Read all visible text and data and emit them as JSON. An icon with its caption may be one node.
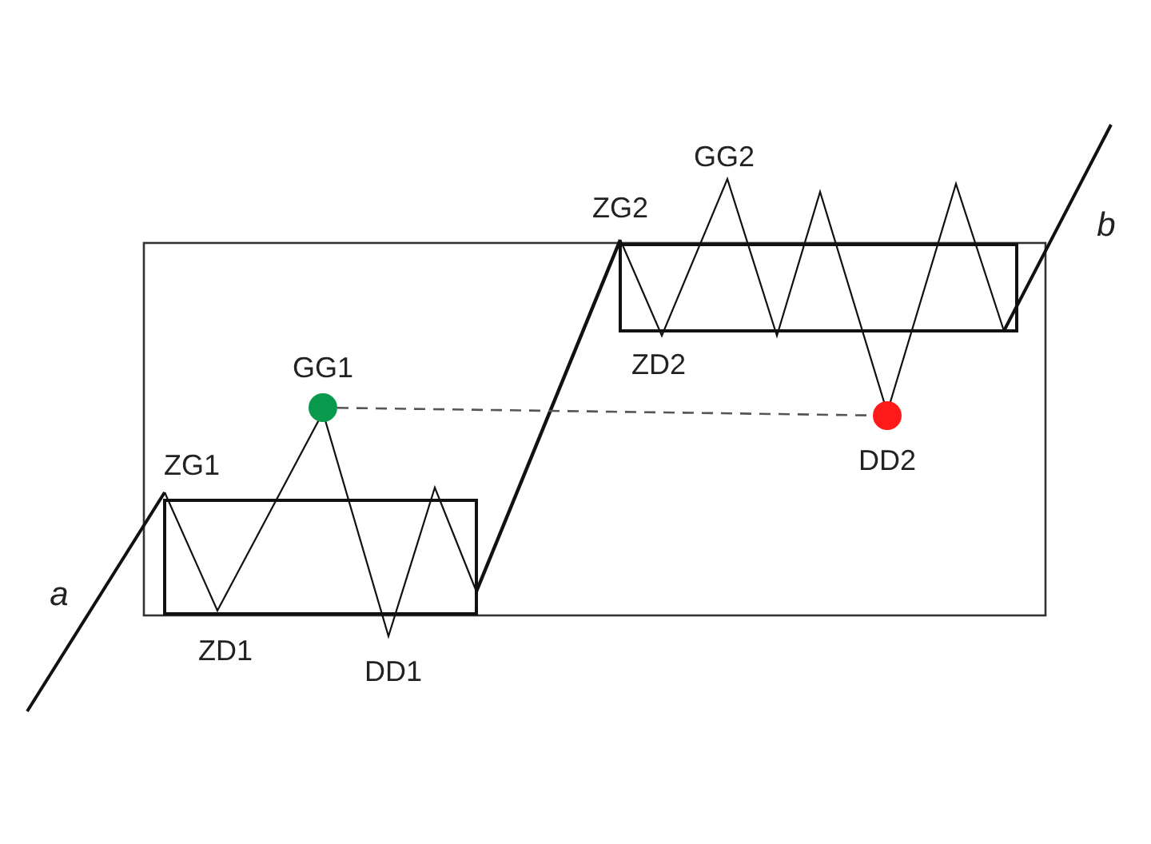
{
  "diagram": {
    "nodes": [
      {
        "text": [],
        "shape": "circle",
        "beside": [
          "GG1"
        ]
      },
      {
        "text": [],
        "shape": "circle",
        "beside": [
          "DD2"
        ]
      }
    ],
    "edges": [
      {
        "from": 0,
        "to": 1,
        "arrow": "none",
        "style": "dashed"
      }
    ],
    "labels": [
      "GG2",
      "ZG2",
      "b",
      "ZD2",
      "ZG1",
      "a",
      "ZD1",
      "DD1"
    ]
  }
}
